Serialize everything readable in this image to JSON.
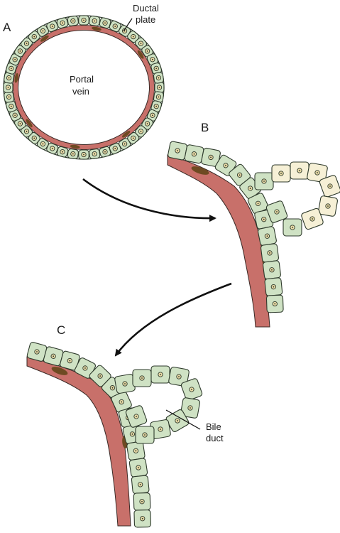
{
  "panels": [
    {
      "letter": "A"
    },
    {
      "letter": "B"
    },
    {
      "letter": "C"
    }
  ],
  "labels": {
    "ductal_plate_line1": "Ductal",
    "ductal_plate_line2": "plate",
    "portal_vein_line1": "Portal",
    "portal_vein_line2": "vein",
    "bile_duct_line1": "Bile",
    "bile_duct_line2": "duct"
  },
  "colors": {
    "cell_fill": "#cfe2c4",
    "cell_stroke": "#2e3a2c",
    "light_cell_fill": "#f6f0d6",
    "mesenchyme": "#c8706a",
    "mesenchyme_nucleus": "#6e4a22",
    "nucleus_fill": "#e8d9a6",
    "arrow": "#111111"
  }
}
